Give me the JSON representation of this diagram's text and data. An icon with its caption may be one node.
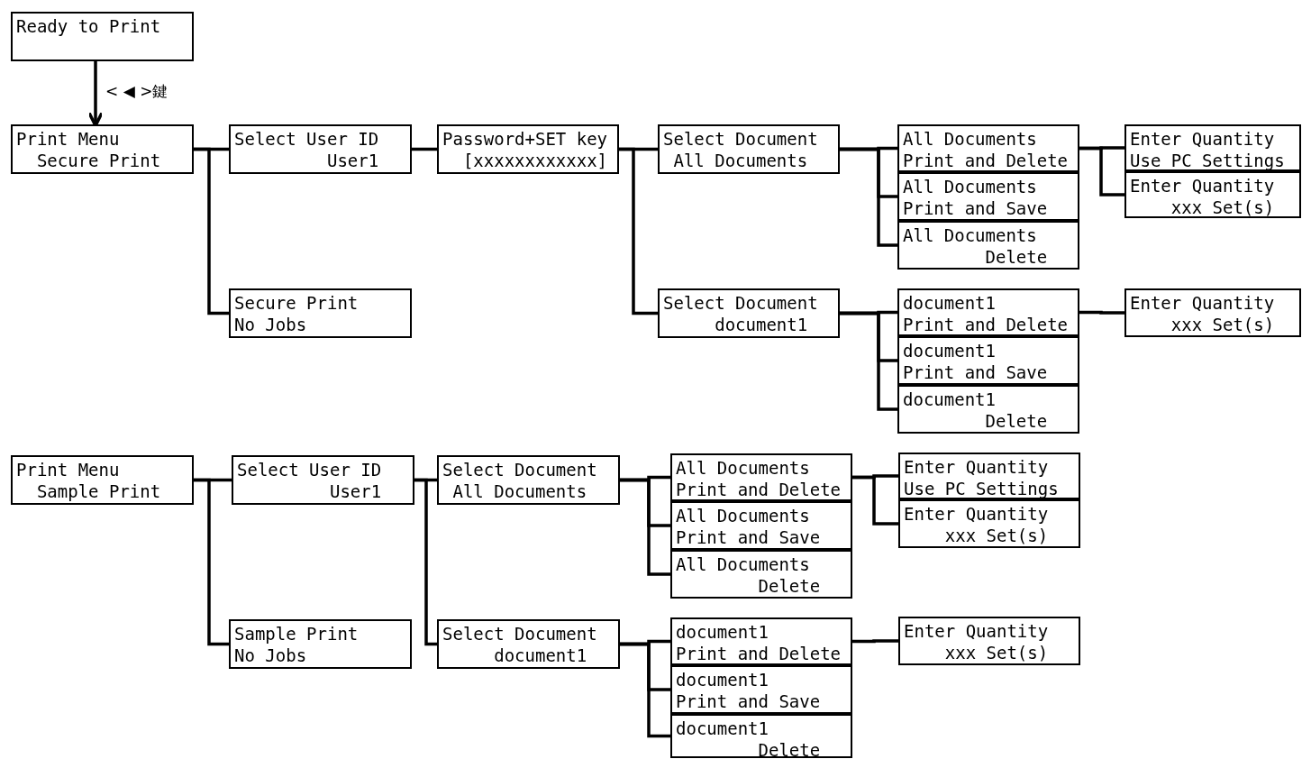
{
  "diagram": {
    "nodes": [
      {
        "text": [
          "Ready to Print"
        ]
      },
      {
        "text": [
          "Print Menu",
          "Secure Print"
        ]
      },
      {
        "text": [
          "Select User ID",
          "User1"
        ]
      },
      {
        "text": [
          "Password+SET key",
          "[xxxxxxxxxxxx]"
        ]
      },
      {
        "text": [
          "Select Document",
          "All Documents"
        ]
      },
      {
        "text": [
          "All Documents",
          "Print and Delete"
        ]
      },
      {
        "text": [
          "All Documents",
          "Print and Save"
        ]
      },
      {
        "text": [
          "All Documents",
          "Delete"
        ]
      },
      {
        "text": [
          "Enter Quantity",
          "Use PC Settings"
        ]
      },
      {
        "text": [
          "Enter Quantity",
          "xxx Set(s)"
        ]
      },
      {
        "text": [
          "Secure Print",
          "No Jobs"
        ]
      },
      {
        "text": [
          "Select Document",
          "document1"
        ]
      },
      {
        "text": [
          "document1",
          "Print and Delete"
        ]
      },
      {
        "text": [
          "document1",
          "Print and Save"
        ]
      },
      {
        "text": [
          "document1",
          "Delete"
        ]
      },
      {
        "text": [
          "Enter Quantity",
          "xxx Set(s)"
        ]
      },
      {
        "text": [
          "Print Menu",
          "Sample Print"
        ]
      },
      {
        "text": [
          "Select User ID",
          "User1"
        ]
      },
      {
        "text": [
          "Select Document",
          "All Documents"
        ]
      },
      {
        "text": [
          "All Documents",
          "Print and Delete"
        ]
      },
      {
        "text": [
          "All Documents",
          "Print and Save"
        ]
      },
      {
        "text": [
          "All Documents",
          "Delete"
        ]
      },
      {
        "text": [
          "Enter Quantity",
          "Use PC Settings"
        ]
      },
      {
        "text": [
          "Enter Quantity",
          "xxx Set(s)"
        ]
      },
      {
        "text": [
          "Sample Print",
          "No Jobs"
        ]
      },
      {
        "text": [
          "Select Document",
          "document1"
        ]
      },
      {
        "text": [
          "document1",
          "Print and Delete"
        ]
      },
      {
        "text": [
          "document1",
          "Print and Save"
        ]
      },
      {
        "text": [
          "document1",
          "Delete"
        ]
      },
      {
        "text": [
          "Enter Quantity",
          "xxx Set(s)"
        ]
      }
    ],
    "edges": [
      {
        "from": 0,
        "to": 1,
        "arrow": "to",
        "label": "< ◀ >鍵"
      },
      {
        "from": 1,
        "to": 2,
        "arrow": "none"
      },
      {
        "from": 1,
        "to": 10,
        "arrow": "none"
      },
      {
        "from": 2,
        "to": 3,
        "arrow": "none"
      },
      {
        "from": 3,
        "to": 4,
        "arrow": "none"
      },
      {
        "from": 3,
        "to": 11,
        "arrow": "none"
      },
      {
        "from": 4,
        "to": 5,
        "arrow": "none"
      },
      {
        "from": 4,
        "to": 6,
        "arrow": "none"
      },
      {
        "from": 4,
        "to": 7,
        "arrow": "none"
      },
      {
        "from": 5,
        "to": 8,
        "arrow": "none"
      },
      {
        "from": 5,
        "to": 9,
        "arrow": "none"
      },
      {
        "from": 11,
        "to": 12,
        "arrow": "none"
      },
      {
        "from": 11,
        "to": 13,
        "arrow": "none"
      },
      {
        "from": 11,
        "to": 14,
        "arrow": "none"
      },
      {
        "from": 12,
        "to": 15,
        "arrow": "none"
      },
      {
        "from": 16,
        "to": 17,
        "arrow": "none"
      },
      {
        "from": 16,
        "to": 24,
        "arrow": "none"
      },
      {
        "from": 17,
        "to": 18,
        "arrow": "none"
      },
      {
        "from": 17,
        "to": 25,
        "arrow": "none"
      },
      {
        "from": 18,
        "to": 19,
        "arrow": "none"
      },
      {
        "from": 18,
        "to": 20,
        "arrow": "none"
      },
      {
        "from": 18,
        "to": 21,
        "arrow": "none"
      },
      {
        "from": 19,
        "to": 22,
        "arrow": "none"
      },
      {
        "from": 19,
        "to": 23,
        "arrow": "none"
      },
      {
        "from": 25,
        "to": 26,
        "arrow": "none"
      },
      {
        "from": 25,
        "to": 27,
        "arrow": "none"
      },
      {
        "from": 25,
        "to": 28,
        "arrow": "none"
      },
      {
        "from": 26,
        "to": 29,
        "arrow": "none"
      }
    ]
  }
}
